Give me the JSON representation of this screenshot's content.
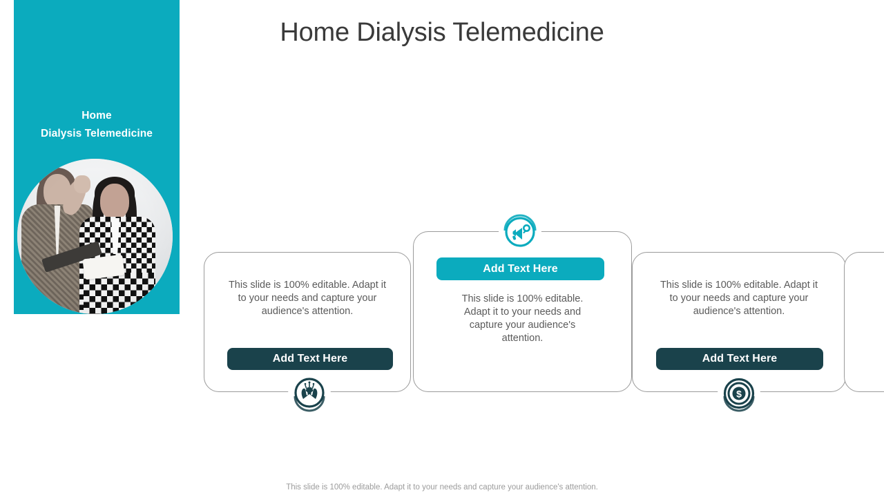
{
  "slide": {
    "title": "Home Dialysis Telemedicine",
    "footer_note": "This slide is 100% editable. Adapt it to your needs and capture your audience's attention.",
    "colors": {
      "teal": "#0BABBE",
      "dark_teal": "#1A424B",
      "title_text": "#3A3A3A",
      "body_text": "#5A5A5A",
      "footer_text": "#9B9B9B",
      "card_border": "#9A9A9A",
      "sidebar_text": "#FFFFFF"
    }
  },
  "sidebar": {
    "title_line1": "Home",
    "title_line2": "Dialysis  Telemedicine",
    "photo_alt": "two-women-discussing-documents-photo"
  },
  "cards": [
    {
      "id": "card-left",
      "body": "This slide is 100% editable. Adapt it to your needs and capture your audience's attention.",
      "button_label": "Add Text Here",
      "button_style": "dark",
      "icon": "hands-holding-plant-icon",
      "icon_color": "#1A424B",
      "layout": "text-above-button"
    },
    {
      "id": "card-middle",
      "body": "This slide is 100% editable. Adapt it to your needs and capture your audience's attention.",
      "button_label": "Add Text Here",
      "button_style": "teal",
      "icon": "megaphone-icon",
      "icon_color": "#0BABBE",
      "layout": "button-above-text"
    },
    {
      "id": "card-right",
      "body": "This slide is 100% editable. Adapt it to your needs and capture your audience's attention.",
      "button_label": "Add Text Here",
      "button_style": "dark",
      "icon": "dollar-coin-icon",
      "icon_color": "#1A424B",
      "layout": "text-above-button"
    },
    {
      "id": "card-far-right-partial",
      "body": "",
      "button_label": "",
      "button_style": "none",
      "icon": "",
      "icon_color": "",
      "layout": "clipped-offscreen"
    }
  ]
}
